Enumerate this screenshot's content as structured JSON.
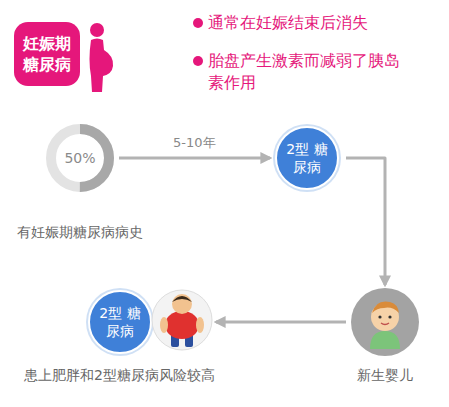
{
  "diagram": {
    "nodes": [
      {
        "text": [
          "妊娠期 糖尿病"
        ]
      },
      {
        "text": [
          "50%",
          "有妊娠期糖尿病病史"
        ]
      },
      {
        "text": [
          "2型 糖尿病"
        ]
      },
      {
        "text": [
          "新生婴儿"
        ]
      },
      {
        "text": [
          "2型 糖尿病",
          "患上肥胖和2型糖尿病风险较高"
        ]
      }
    ],
    "edges": [
      {
        "from": 1,
        "to": 2,
        "arrow": "to",
        "label": "5-10年"
      },
      {
        "from": 2,
        "to": 3,
        "arrow": "to"
      },
      {
        "from": 3,
        "to": 4,
        "arrow": "to"
      }
    ],
    "labels": [
      "通常在妊娠结束后消失",
      "胎盘产生激素而减弱了胰岛素作用"
    ]
  }
}
